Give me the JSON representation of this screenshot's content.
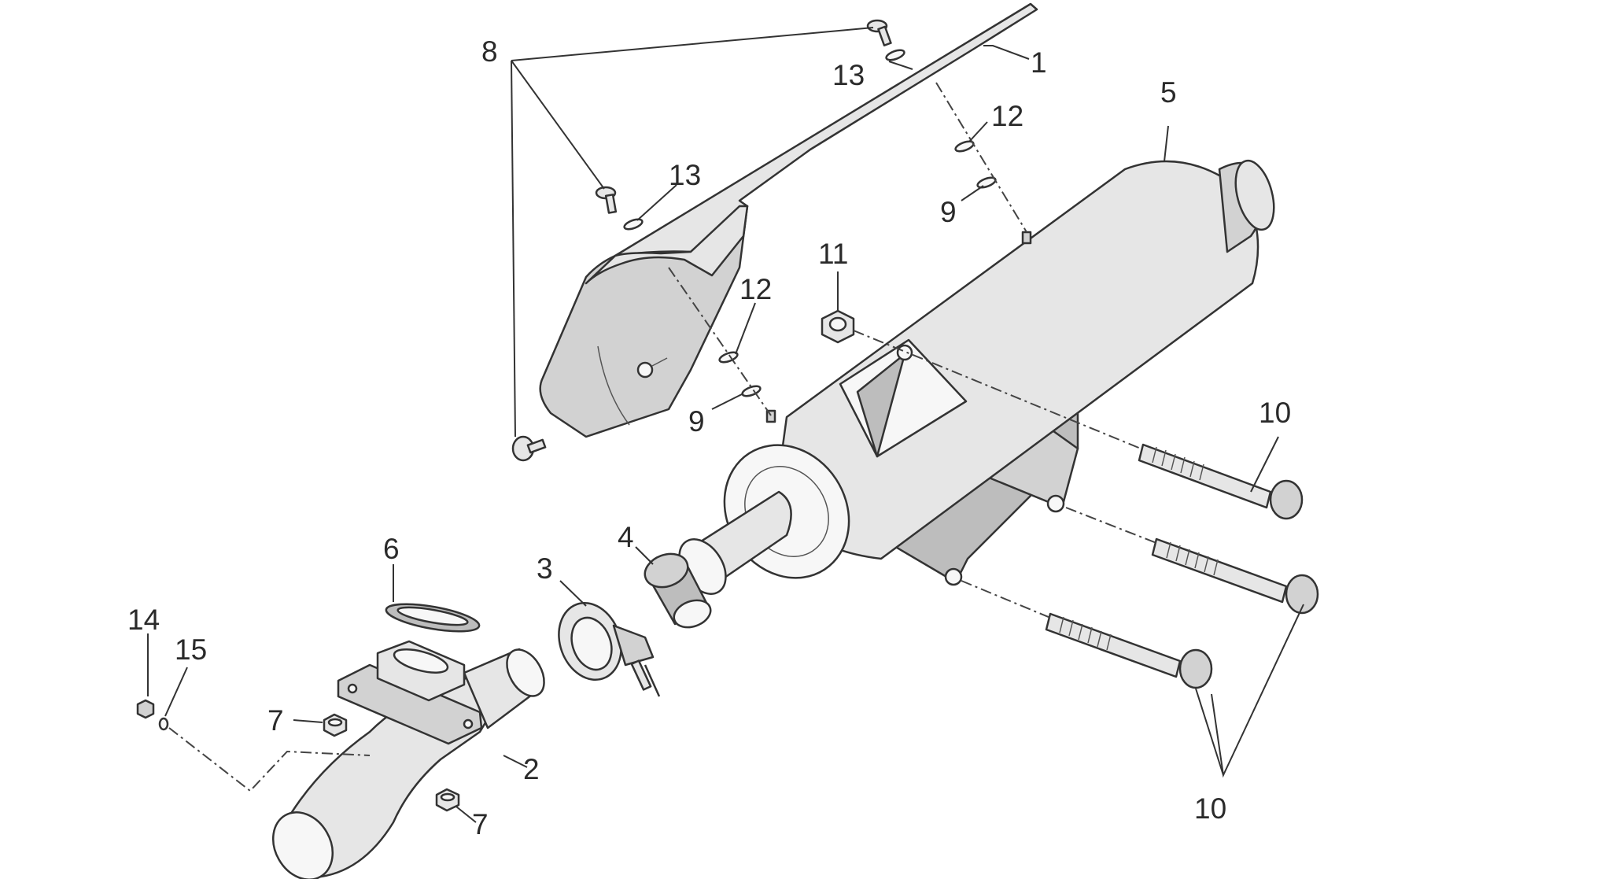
{
  "labels": {
    "p1": "1",
    "p2": "2",
    "p3": "3",
    "p4": "4",
    "p5": "5",
    "p6": "6",
    "p7a": "7",
    "p7b": "7",
    "p8": "8",
    "p9a": "9",
    "p9b": "9",
    "p10a": "10",
    "p10b": "10",
    "p11": "11",
    "p12a": "12",
    "p12b": "12",
    "p13a": "13",
    "p13b": "13",
    "p14": "14",
    "p15": "15"
  }
}
